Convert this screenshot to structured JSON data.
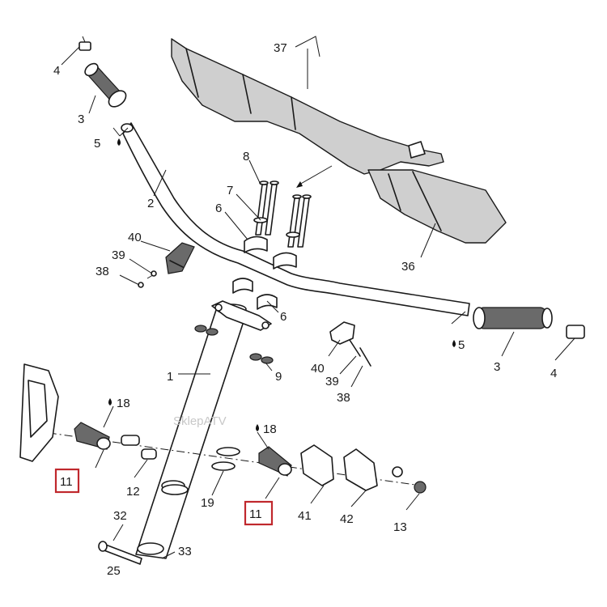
{
  "diagram": {
    "watermark": "SklepATV",
    "callouts": {
      "c1": "1",
      "c2": "2",
      "c3a": "3",
      "c3b": "3",
      "c4a": "4",
      "c4b": "4",
      "c5a": "5",
      "c5b": "5",
      "c6a": "6",
      "c6b": "6",
      "c7": "7",
      "c8": "8",
      "c9": "9",
      "c11a": "11",
      "c11b": "11",
      "c12": "12",
      "c13": "13",
      "c18a": "18",
      "c18b": "18",
      "c19": "19",
      "c25": "25",
      "c32": "32",
      "c33": "33",
      "c36": "36",
      "c37": "37",
      "c38a": "38",
      "c38b": "38",
      "c39a": "39",
      "c39b": "39",
      "c40a": "40",
      "c40b": "40",
      "c41": "41",
      "c42": "42"
    },
    "highlight_color": "#c0282d"
  }
}
